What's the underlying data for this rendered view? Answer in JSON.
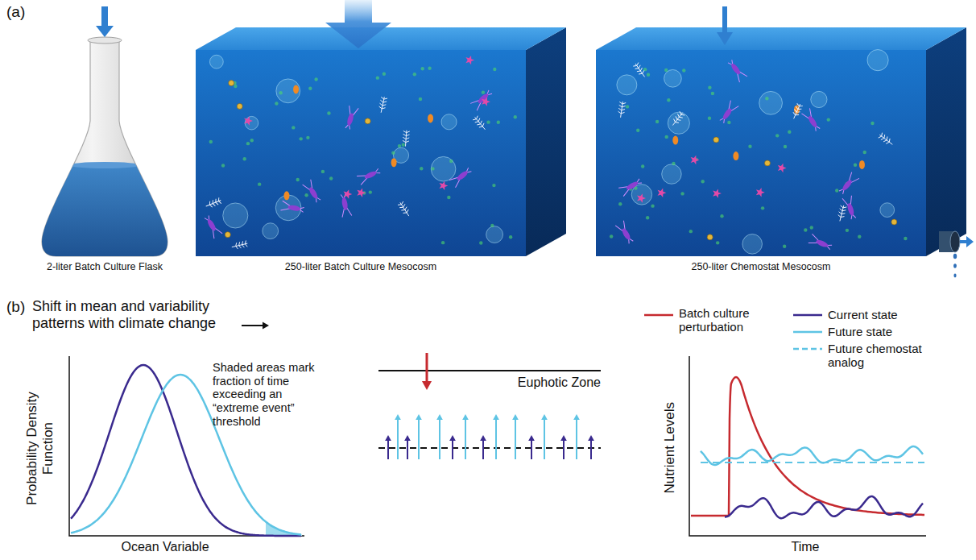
{
  "diagram": {
    "labels": [
      "(a)",
      "2-liter Batch Culture Flask",
      "250-liter Batch Culture Mesocosm",
      "250-liter Chemostat Mesocosm",
      "(b)",
      "Shift in mean and variability patterns with climate change",
      "Probability Density Function",
      "Ocean Variable",
      "Shaded areas mark fraction of time exceeding an “extreme event” threshold",
      "Euphotic Zone",
      "Nutrient Levels",
      "Time"
    ],
    "legend": [
      {
        "text": "Batch culture perturbation"
      },
      {
        "text": "Current state"
      },
      {
        "text": "Future state"
      },
      {
        "text": "Future chemostat analog"
      }
    ]
  }
}
